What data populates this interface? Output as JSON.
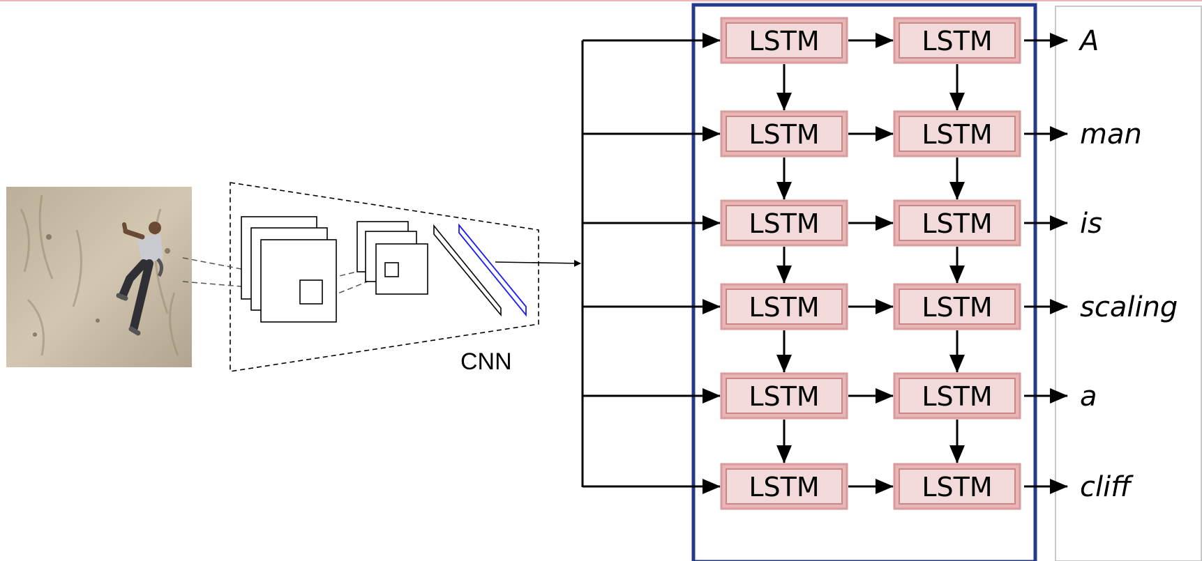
{
  "cnn": {
    "label": "CNN"
  },
  "photo": {
    "icon": "rock-climber-photo"
  },
  "lstm": {
    "label": "LSTM",
    "columns": 2,
    "rows": 6
  },
  "output_words": [
    "A",
    "man",
    "is",
    "scaling",
    "a",
    "cliff"
  ],
  "colors": {
    "lstm_fill": "#f3dada",
    "lstm_border": "#d99b9b",
    "frame_border": "#243a8c",
    "highlight_layer": "#1a1aff",
    "output_panel_border": "#c8c8c8",
    "top_rule": "#f0b4b4"
  }
}
